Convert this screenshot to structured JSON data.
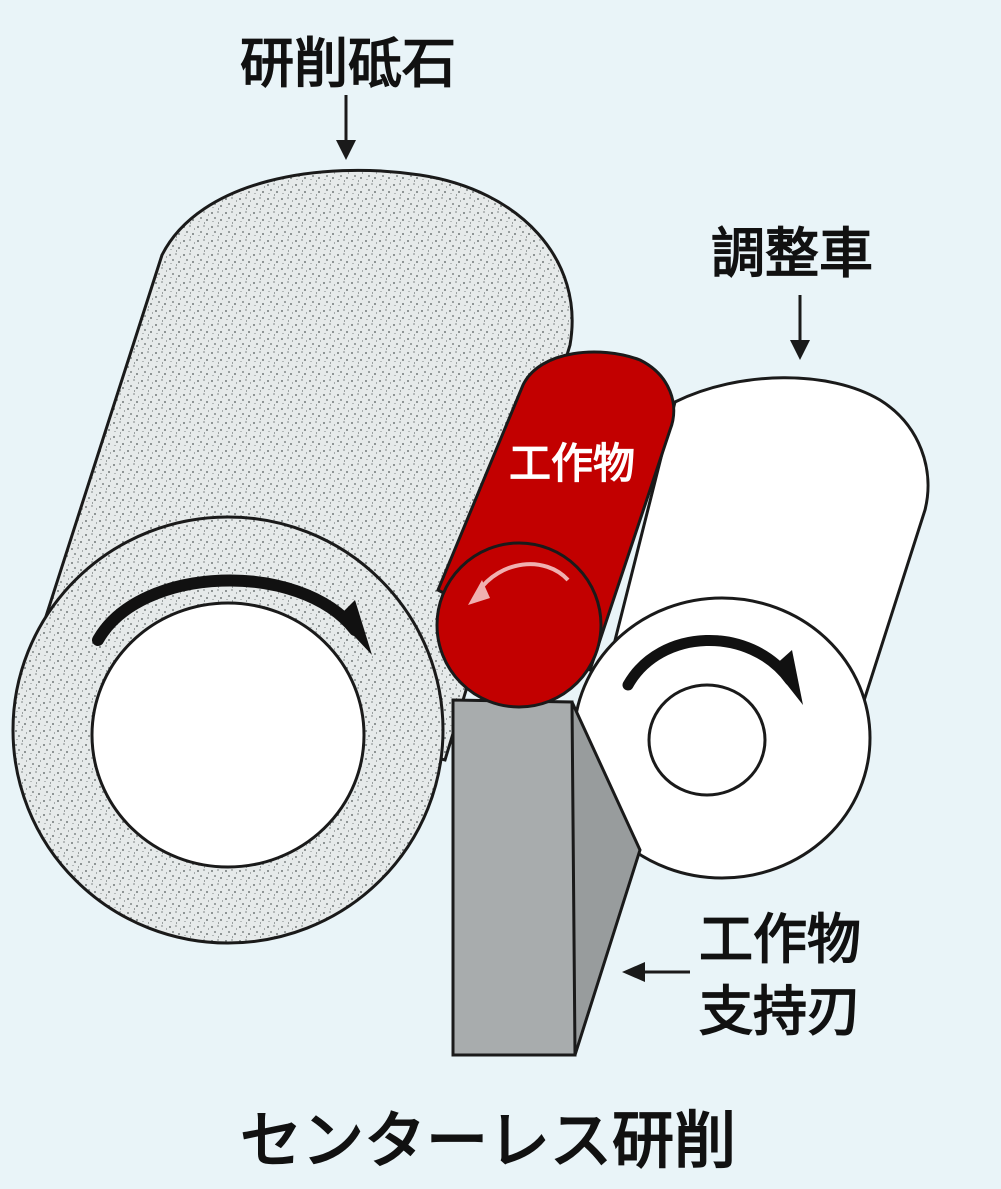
{
  "labels": {
    "grinding_wheel": "研削砥石",
    "regulating_wheel": "調整車",
    "workpiece": "工作物",
    "support_blade_line1": "工作物",
    "support_blade_line2": "支持刃",
    "caption": "センターレス研削"
  },
  "colors": {
    "background": "#e9f4f8",
    "grinding_wheel": "#e8ebeb",
    "regulating_wheel": "#ffffff",
    "workpiece": "#c20000",
    "support_blade": "#a8acad",
    "outline": "#1a1a1a"
  },
  "icons": {
    "rotation_arrow": "curved-arrow",
    "pointer_arrow": "down-arrow"
  }
}
